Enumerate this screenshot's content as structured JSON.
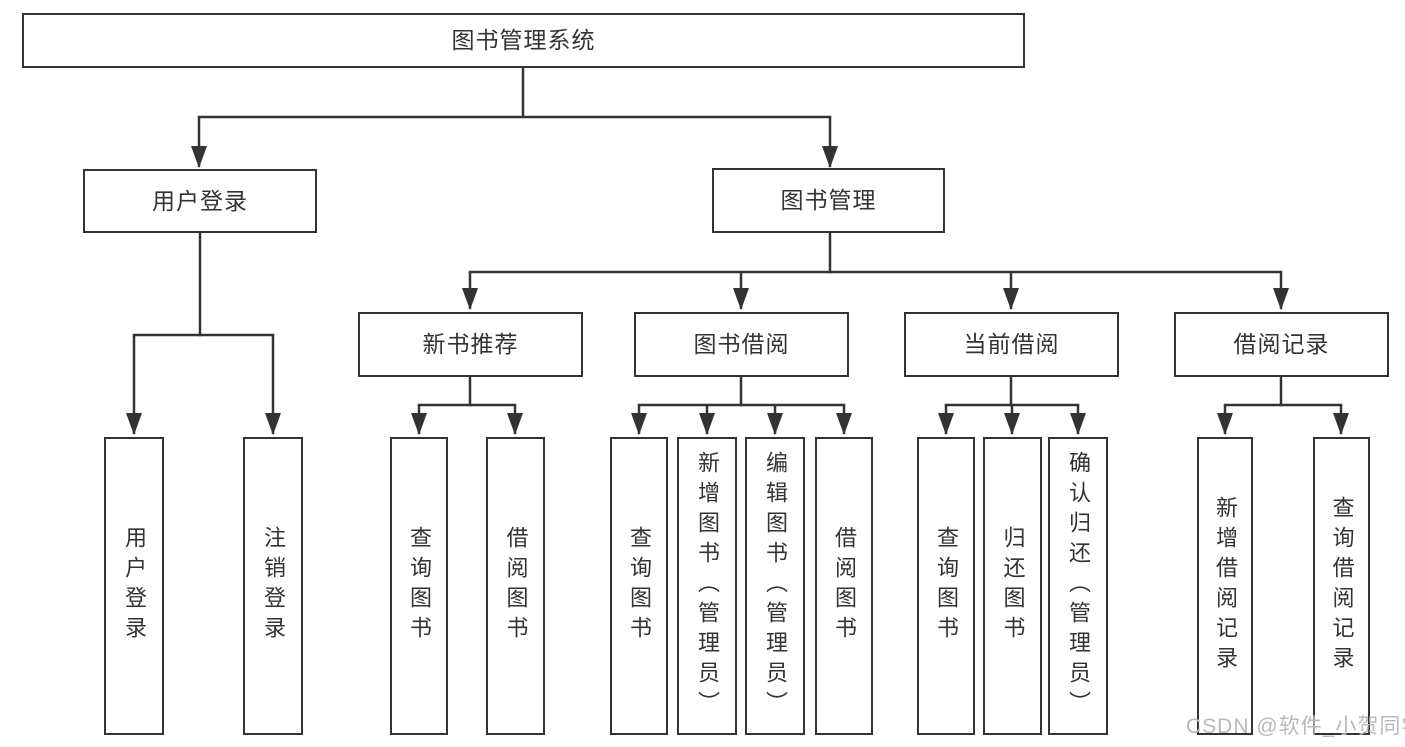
{
  "colors": {
    "background": "#ffffff",
    "line": "#333333",
    "box_border": "#333333",
    "box_fill": "#ffffff",
    "text": "#333333",
    "watermark": "#b9b9b9"
  },
  "watermark": "CSDN @软件_小贺同学",
  "tree": {
    "label": "图书管理系统",
    "children": [
      {
        "label": "用户登录",
        "children": [
          {
            "label": "用户登录"
          },
          {
            "label": "注销登录"
          }
        ]
      },
      {
        "label": "图书管理",
        "children": [
          {
            "label": "新书推荐",
            "children": [
              {
                "label": "查询图书"
              },
              {
                "label": "借阅图书"
              }
            ]
          },
          {
            "label": "图书借阅",
            "children": [
              {
                "label": "查询图书"
              },
              {
                "label": "新增图书（管理员）"
              },
              {
                "label": "编辑图书（管理员）"
              },
              {
                "label": "借阅图书"
              }
            ]
          },
          {
            "label": "当前借阅",
            "children": [
              {
                "label": "查询图书"
              },
              {
                "label": "归还图书"
              },
              {
                "label": "确认归还（管理员）"
              }
            ]
          },
          {
            "label": "借阅记录",
            "children": [
              {
                "label": "新增借阅记录"
              },
              {
                "label": "查询借阅记录"
              }
            ]
          }
        ]
      }
    ]
  }
}
